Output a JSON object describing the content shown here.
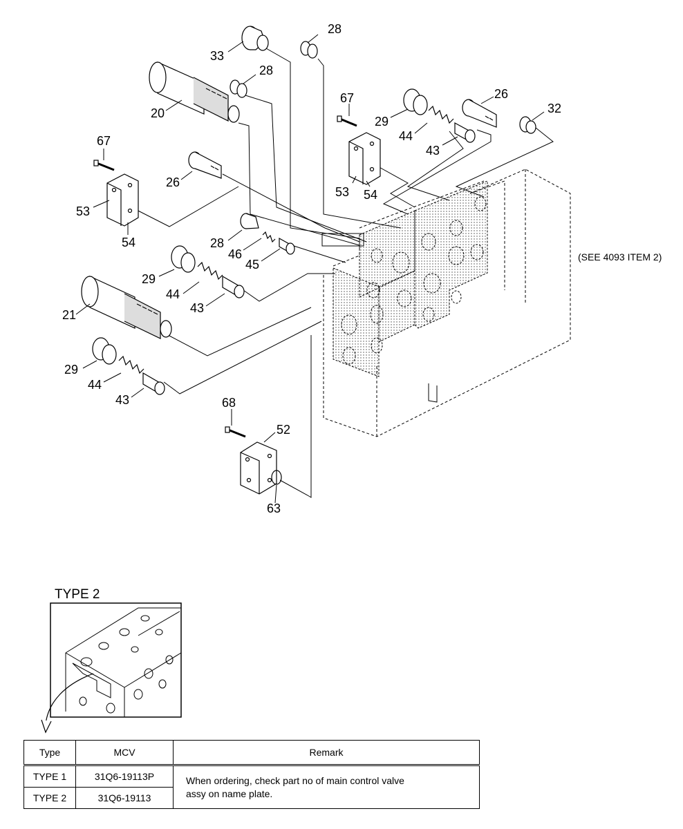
{
  "callouts": {
    "c33": "33",
    "c28a": "28",
    "c28b": "28",
    "c28c": "28",
    "c20": "20",
    "c67a": "67",
    "c67b": "67",
    "c26a": "26",
    "c26b": "26",
    "c29a": "29",
    "c29b": "29",
    "c29c": "29",
    "c44a": "44",
    "c44b": "44",
    "c44c": "44",
    "c43a": "43",
    "c43b": "43",
    "c43c": "43",
    "c32": "32",
    "c53a": "53",
    "c53b": "53",
    "c54a": "54",
    "c54b": "54",
    "c46": "46",
    "c45": "45",
    "c21": "21",
    "c68": "68",
    "c52": "52",
    "c63": "63"
  },
  "see_note": "(SEE 4093 ITEM 2)",
  "type2_title": "TYPE 2",
  "table": {
    "headers": [
      "Type",
      "MCV",
      "Remark"
    ],
    "rows": [
      {
        "type": "TYPE 1",
        "mcv": "31Q6-19113P"
      },
      {
        "type": "TYPE 2",
        "mcv": "31Q6-19113"
      }
    ],
    "remark_line1": "When ordering, check part no of main control valve",
    "remark_line2": "assy on name plate."
  }
}
